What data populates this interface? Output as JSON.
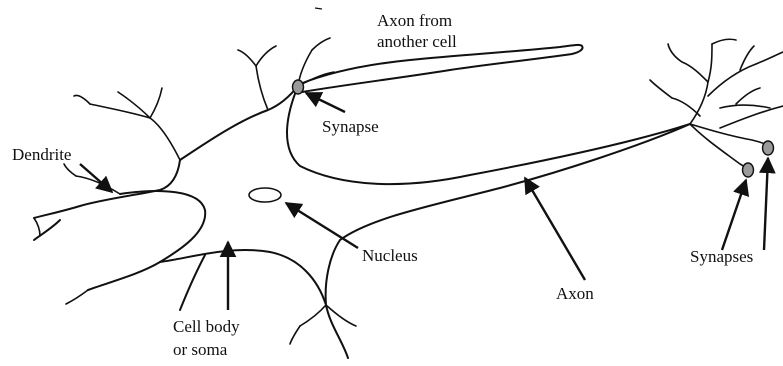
{
  "diagram": {
    "labels": {
      "axon_from_another_cell_line1": "Axon from",
      "axon_from_another_cell_line2": "another cell",
      "synapse": "Synapse",
      "dendrite": "Dendrite",
      "nucleus": "Nucleus",
      "cell_body_line1": "Cell body",
      "cell_body_line2": "or soma",
      "axon": "Axon",
      "synapses": "Synapses"
    },
    "colors": {
      "ink": "#111111",
      "synapse_fill": "#9a9a9a",
      "background": "#ffffff"
    }
  }
}
